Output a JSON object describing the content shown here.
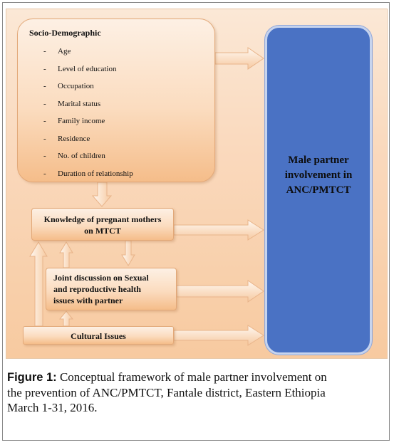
{
  "diagram": {
    "socio_demographic": {
      "title": "Socio-Demographic",
      "items": [
        "Age",
        "Level of education",
        "Occupation",
        "Marital status",
        "Family income",
        "Residence",
        "No. of children",
        "Duration of relationship"
      ]
    },
    "knowledge": {
      "line1": "Knowledge of pregnant mothers",
      "line2": "on MTCT"
    },
    "joint_discussion": {
      "line1": "Joint discussion on Sexual",
      "line2": "and reproductive health",
      "line3": "issues with partner"
    },
    "cultural": {
      "label": "Cultural Issues"
    },
    "outcome": {
      "line1": "Male partner",
      "line2": "involvement in",
      "line3": "ANC/PMTCT"
    },
    "colors": {
      "panel_background": "#fad9bd",
      "box_fill": "#fbdcbf",
      "outcome_fill": "#4a72c4",
      "arrow_fill": "#fce6d2"
    }
  },
  "caption": {
    "label": "Figure 1:",
    "line1": "Conceptual framework of male partner involvement on",
    "line2": "the prevention of ANC/PMTCT, Fantale district, Eastern Ethiopia",
    "line3": "March 1-31, 2016."
  }
}
